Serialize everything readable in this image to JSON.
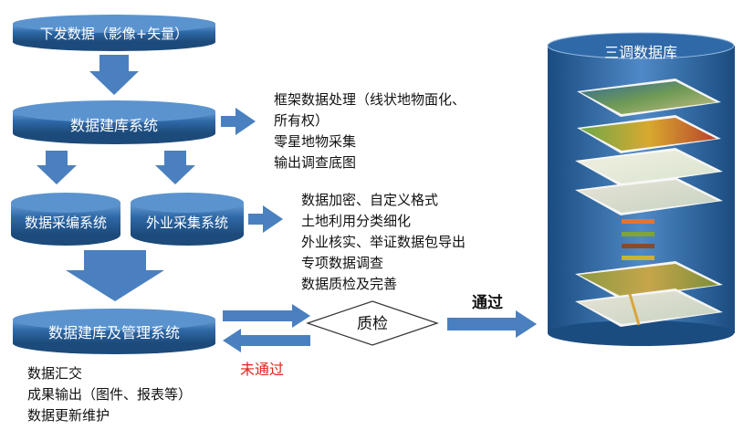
{
  "boxes": {
    "top": "下发数据（影像+矢量）",
    "build": "数据建库系统",
    "collect_edit": "数据采编系统",
    "field": "外业采集系统",
    "manage": "数据建库及管理系统"
  },
  "database": {
    "title": "三调数据库"
  },
  "qc": {
    "label": "质检",
    "pass": "通过",
    "fail": "未通过"
  },
  "notes": {
    "build": [
      "框架数据处理（线状地物面化、",
      "所有权）",
      "零星地物采集",
      "输出调查底图"
    ],
    "field": [
      "数据加密、自定义格式",
      "土地利用分类细化",
      "外业核实、举证数据包导出",
      "专项数据调查",
      "数据质检及完善"
    ],
    "manage": [
      "数据汇交",
      "成果输出（图件、报表等）",
      "数据更新维护"
    ]
  },
  "colors": {
    "box_dark": "#1f4d7c",
    "box_light": "#4c86c4",
    "arrow": "#4a80bf",
    "fail_text": "#e0241b",
    "layer_stack": [
      "#e8732c",
      "#7ea43a",
      "#8a4a2c",
      "#c9b23a",
      "#d9352a"
    ]
  }
}
